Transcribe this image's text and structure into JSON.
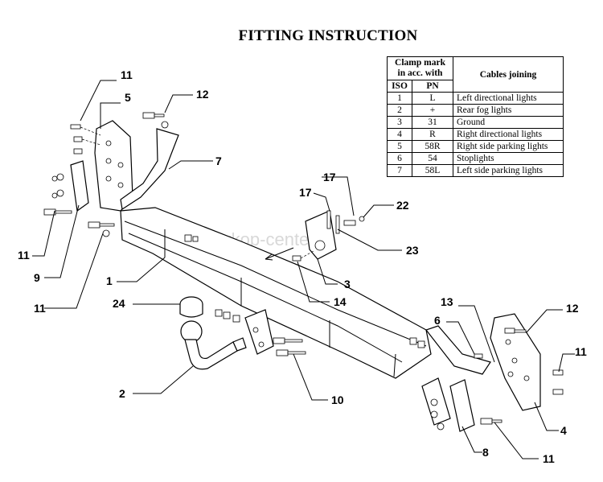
{
  "title": "FITTING INSTRUCTION",
  "watermark": "farkop-center.ru",
  "table": {
    "header_clamp": "Clamp mark in acc. with",
    "header_clamp_line1": "Clamp mark",
    "header_clamp_line2": "in acc. with",
    "header_cables": "Cables joining",
    "col_iso": "ISO",
    "col_pn": "PN",
    "rows": [
      {
        "iso": "1",
        "pn": "L",
        "desc": "Left directional lights"
      },
      {
        "iso": "2",
        "pn": "+",
        "desc": "Rear fog lights"
      },
      {
        "iso": "3",
        "pn": "31",
        "desc": "Ground"
      },
      {
        "iso": "4",
        "pn": "R",
        "desc": "Right directional lights"
      },
      {
        "iso": "5",
        "pn": "58R",
        "desc": "Right side parking lights"
      },
      {
        "iso": "6",
        "pn": "54",
        "desc": "Stoplights"
      },
      {
        "iso": "7",
        "pn": "58L",
        "desc": "Left side parking lights"
      }
    ]
  },
  "labels": [
    "11",
    "5",
    "12",
    "7",
    "11",
    "9",
    "1",
    "11",
    "17",
    "17",
    "22",
    "23",
    "3",
    "14",
    "24",
    "2",
    "10",
    "13",
    "6",
    "12",
    "11",
    "4",
    "8",
    "11"
  ]
}
